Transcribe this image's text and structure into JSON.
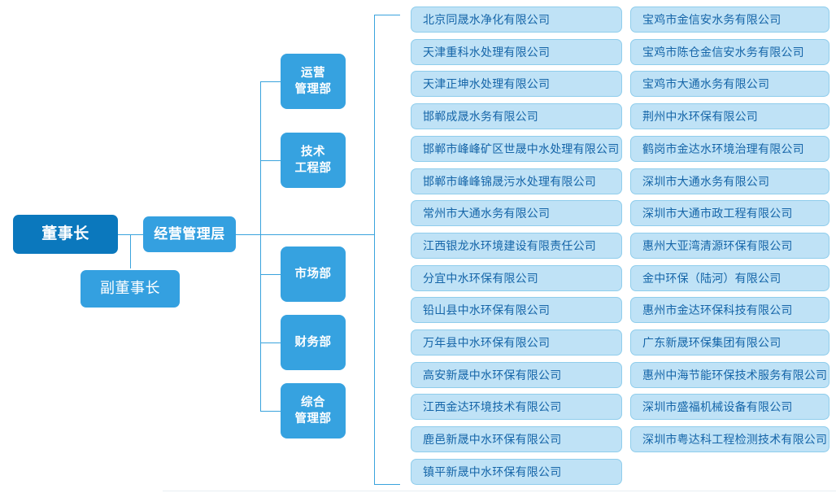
{
  "colors": {
    "chairman_bg": "#0b78bd",
    "vice_bg": "#34a0e0",
    "mgmt_bg": "#34a0e0",
    "dept_bg": "#36a2e0",
    "company_bg": "#bfe2f6",
    "company_border": "#8fcdec",
    "company_text": "#1565a8",
    "connector": "#3aa3dd",
    "page_bg": "#ffffff"
  },
  "executive": {
    "chairman": {
      "label": "董事长"
    },
    "vice_chairman": {
      "label": "副董事长"
    },
    "management": {
      "label": "经营管理层"
    }
  },
  "departments": [
    {
      "label": "运营\n管理部"
    },
    {
      "label": "技术\n工程部"
    },
    {
      "label": "市场部"
    },
    {
      "label": "财务部"
    },
    {
      "label": "综合\n管理部"
    }
  ],
  "companies": {
    "column_left": [
      {
        "label": "北京同晟水净化有限公司"
      },
      {
        "label": "天津重科水处理有限公司"
      },
      {
        "label": "天津正坤水处理有限公司"
      },
      {
        "label": "邯郸成晟水务有限公司"
      },
      {
        "label": "邯郸市峰峰矿区世晟中水处理有限公司"
      },
      {
        "label": "邯郸市峰峰锦晟污水处理有限公司"
      },
      {
        "label": "常州市大通水务有限公司"
      },
      {
        "label": "江西银龙水环境建设有限责任公司"
      },
      {
        "label": "分宜中水环保有限公司"
      },
      {
        "label": "铅山县中水环保有限公司"
      },
      {
        "label": "万年县中水环保有限公司"
      },
      {
        "label": "高安新晟中水环保有限公司"
      },
      {
        "label": "江西金达环境技术有限公司"
      },
      {
        "label": "鹿邑新晟中水环保有限公司"
      },
      {
        "label": "镇平新晟中水环保有限公司"
      }
    ],
    "column_right": [
      {
        "label": "宝鸡市金信安水务有限公司"
      },
      {
        "label": "宝鸡市陈仓金信安水务有限公司"
      },
      {
        "label": "宝鸡市大通水务有限公司"
      },
      {
        "label": "荆州中水环保有限公司"
      },
      {
        "label": "鹤岗市金达水环境治理有限公司"
      },
      {
        "label": "深圳市大通水务有限公司"
      },
      {
        "label": "深圳市大通市政工程有限公司"
      },
      {
        "label": "惠州大亚湾清源环保有限公司"
      },
      {
        "label": "金中环保（陆河）有限公司"
      },
      {
        "label": "惠州市金达环保科技有限公司"
      },
      {
        "label": "广东新晟环保集团有限公司"
      },
      {
        "label": "惠州中海节能环保技术服务有限公司"
      },
      {
        "label": "深圳市盛福机械设备有限公司"
      },
      {
        "label": "深圳市粤达科工程检测技术有限公司"
      }
    ]
  }
}
